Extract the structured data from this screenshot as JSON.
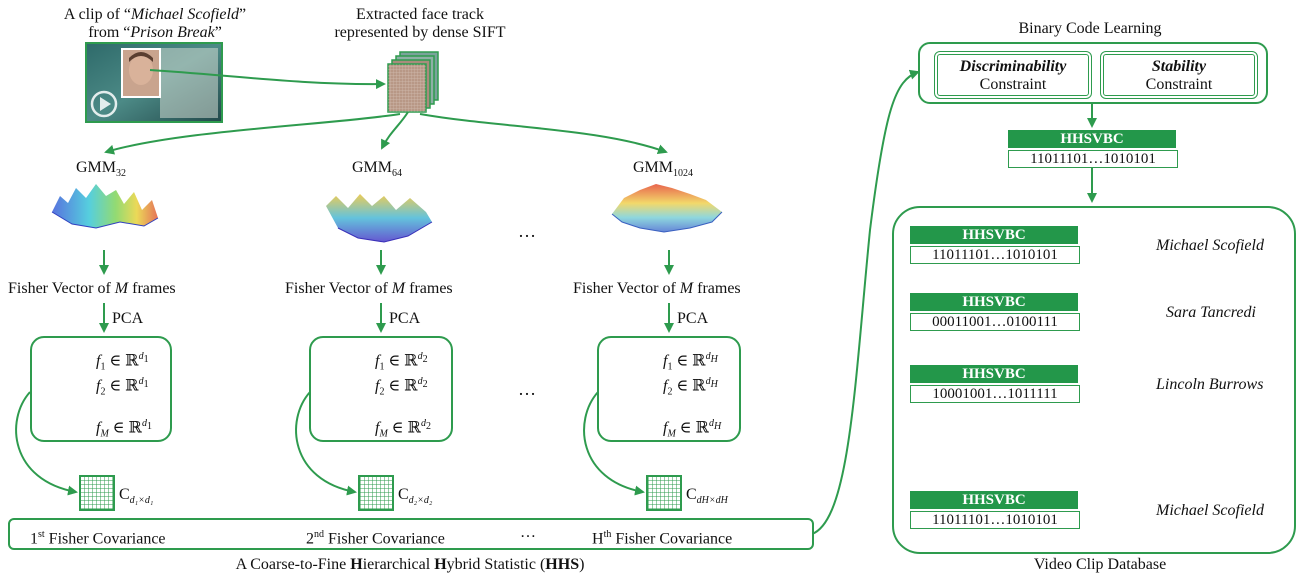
{
  "clip": {
    "line1_prefix": "A clip of “",
    "line1_name": "Michael Scofield",
    "line1_suffix": "”",
    "line2_prefix": "from “",
    "line2_name": "Prison Break",
    "line2_suffix": "”"
  },
  "face_track": {
    "line1": "Extracted face track",
    "line2": "represented by dense SIFT"
  },
  "gmm": [
    {
      "base": "GMM",
      "sub": "32"
    },
    {
      "base": "GMM",
      "sub": "64"
    },
    {
      "base": "GMM",
      "sub": "1024"
    }
  ],
  "fisher_label": {
    "prefix": "Fisher Vector of ",
    "var": "M",
    "suffix": " frames"
  },
  "pca": "PCA",
  "ellipsis": "…",
  "features": [
    {
      "idx": [
        "1",
        "2",
        "M"
      ],
      "dim": "d",
      "dimsub": "1"
    },
    {
      "idx": [
        "1",
        "2",
        "M"
      ],
      "dim": "d",
      "dimsub": "2"
    },
    {
      "idx": [
        "1",
        "2",
        "M"
      ],
      "dim": "d",
      "dimsub": "H"
    }
  ],
  "covariance": [
    {
      "sym": "C",
      "sub": "d₁×d₁"
    },
    {
      "sym": "C",
      "sub": "d₂×d₂"
    },
    {
      "sym": "C",
      "sub": "dH×dH"
    }
  ],
  "fisher_cov": [
    {
      "ord": "1",
      "sup": "st",
      "text": " Fisher Covariance"
    },
    {
      "ord": "2",
      "sup": "nd",
      "text": " Fisher Covariance"
    },
    {
      "ord": "H",
      "sup": "th",
      "text": " Fisher Covariance"
    }
  ],
  "hhs_caption": {
    "p1": "A Coarse-to-Fine ",
    "b1": "H",
    "p2": "ierarchical ",
    "b2": "H",
    "p3": "ybrid Statistic (",
    "b3": "HHS",
    "p4": ")"
  },
  "binary": {
    "title": "Binary Code Learning",
    "c1_bold": "Discriminability",
    "c1_text": "Constraint",
    "c2_bold": "Stability",
    "c2_text": "Constraint"
  },
  "query": {
    "label": "HHSVBC",
    "code": "11011101…1010101"
  },
  "database": {
    "title": "Video Clip Database",
    "entries": [
      {
        "label": "HHSVBC",
        "code": "11011101…1010101",
        "name": "Michael Scofield"
      },
      {
        "label": "HHSVBC",
        "code": "00011001…0100111",
        "name": "Sara Tancredi"
      },
      {
        "label": "HHSVBC",
        "code": "10001001…1011111",
        "name": "Lincoln Burrows"
      },
      {
        "label": "HHSVBC",
        "code": "11011101…1010101",
        "name": "Michael Scofield"
      }
    ]
  },
  "colors": {
    "accent": "#23974a",
    "line": "#2e9b4e"
  }
}
